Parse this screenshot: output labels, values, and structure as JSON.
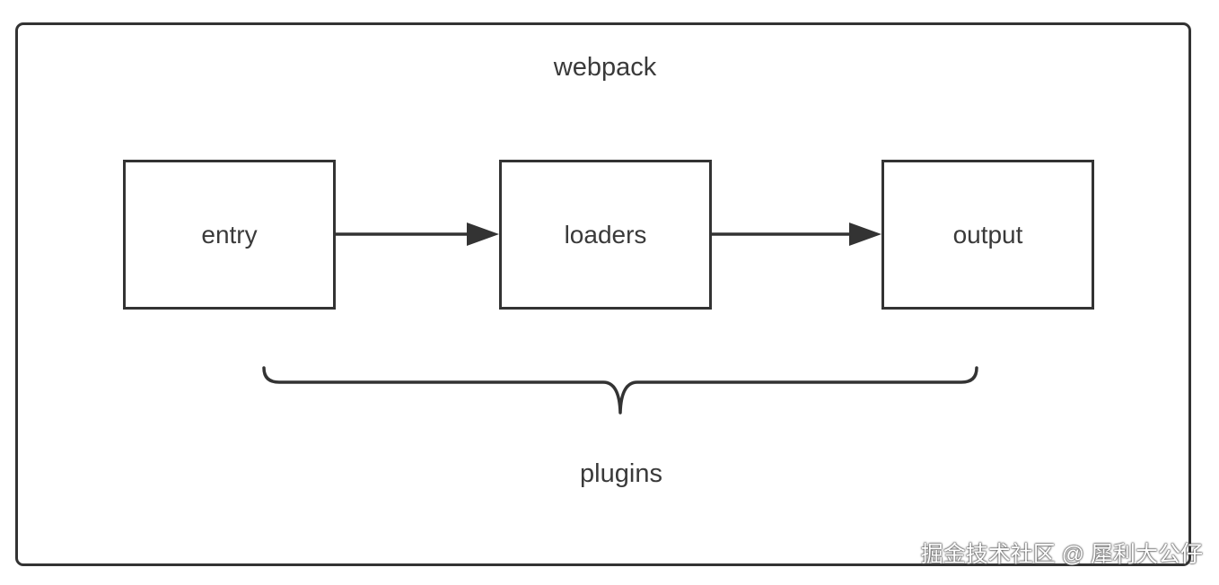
{
  "diagram": {
    "title": "webpack",
    "nodes": [
      {
        "id": "entry",
        "label": "entry"
      },
      {
        "id": "loaders",
        "label": "loaders"
      },
      {
        "id": "output",
        "label": "output"
      }
    ],
    "edges": [
      {
        "from": "entry",
        "to": "loaders"
      },
      {
        "from": "loaders",
        "to": "output"
      }
    ],
    "brace_label": "plugins"
  },
  "watermark": "掘金技术社区 @ 犀利大公仔",
  "colors": {
    "stroke": "#333333",
    "text": "#3a3a3a",
    "background": "#ffffff"
  }
}
